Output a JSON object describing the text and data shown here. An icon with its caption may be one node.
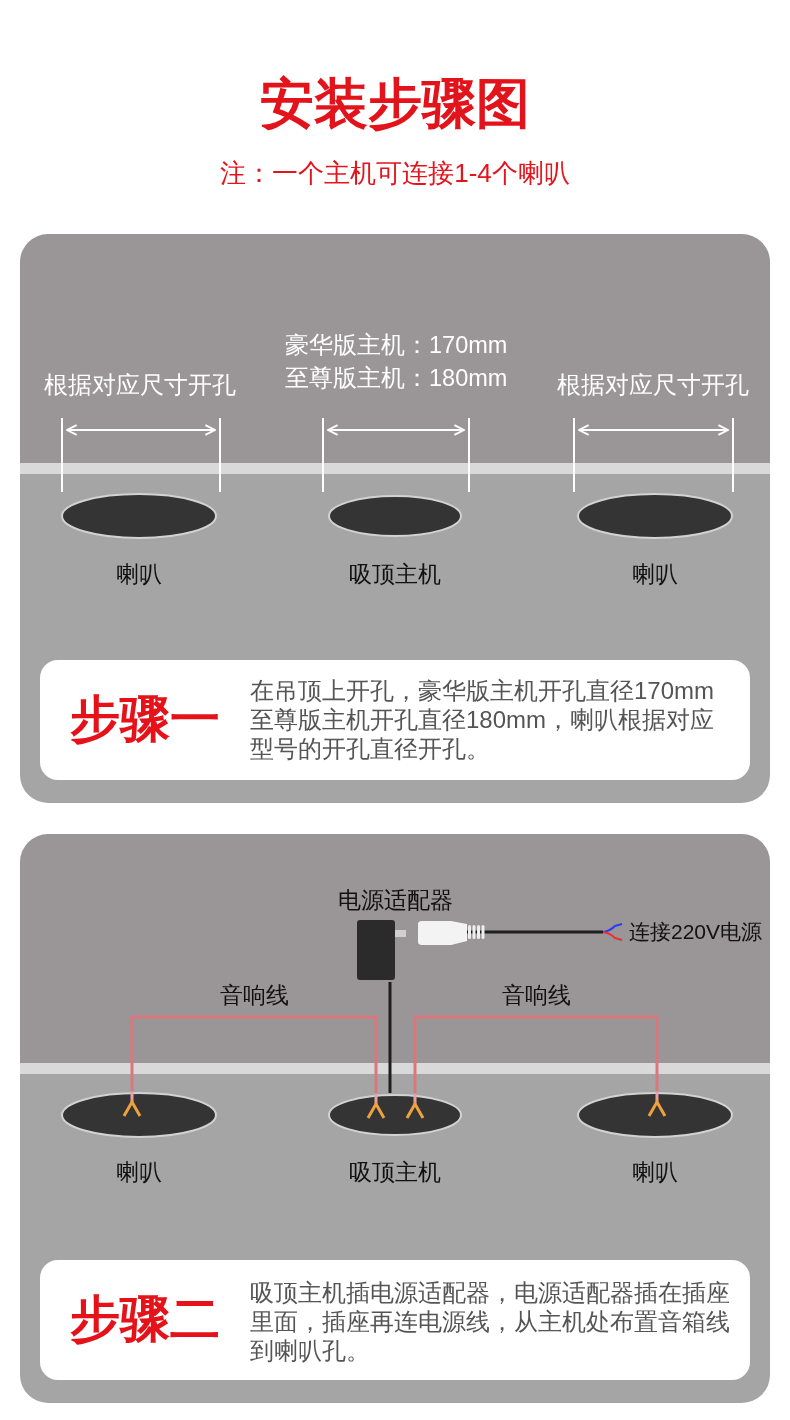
{
  "diagram": {
    "title": "安装步骤图",
    "nodes": [
      {
        "text": [],
        "shape": "box"
      },
      {
        "text": [
          "喇叭"
        ],
        "in": 0
      },
      {
        "text": [
          "吸顶主机"
        ],
        "in": 0
      },
      {
        "text": [
          "喇叭"
        ],
        "in": 0
      },
      {
        "text": [
          "步骤一",
          "在吊顶上开孔，豪华版主机开孔直径170mm至尊版主机开孔直径180mm，喇叭根据对应型号的开孔直径开孔。"
        ],
        "in": 0
      },
      {
        "text": [],
        "shape": "box"
      },
      {
        "text": [
          "电源适配器"
        ],
        "in": 5
      },
      {
        "text": [
          "连接220V电源"
        ],
        "in": 5
      },
      {
        "text": [
          "喇叭"
        ],
        "in": 5
      },
      {
        "text": [
          "吸顶主机"
        ],
        "in": 5
      },
      {
        "text": [
          "喇叭"
        ],
        "in": 5
      },
      {
        "text": [
          "步骤二",
          "吸顶主机插电源适配器，电源适配器插在插座里面，插座再连电源线，从主机处布置音箱线到喇叭孔。"
        ],
        "in": 5
      }
    ],
    "edges": [
      {
        "from": 6,
        "to": 7,
        "arrow": "none"
      },
      {
        "from": 6,
        "to": 9,
        "arrow": "none"
      },
      {
        "from": 9,
        "to": 8,
        "arrow": "none",
        "label": "音响线",
        "color": "#d9787c"
      },
      {
        "from": 9,
        "to": 10,
        "arrow": "none",
        "label": "音响线",
        "color": "#d9787c"
      }
    ],
    "labels": [
      "注：一个主机可连接1-4个喇叭",
      "豪华版主机：170mm",
      "至尊版主机：180mm",
      "根据对应尺寸开孔",
      "根据对应尺寸开孔"
    ]
  }
}
